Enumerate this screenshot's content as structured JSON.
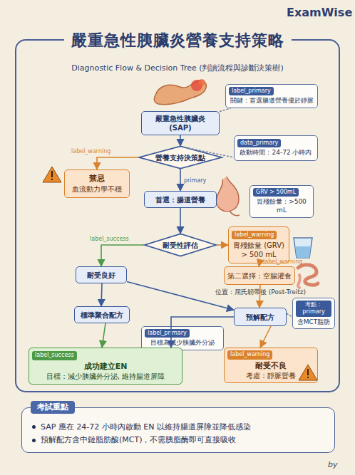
{
  "diagram": {
    "title": "嚴重急性胰臟炎營養支持策略",
    "nodes": [
      {
        "text": [
          "嚴重急性胰臟炎 (SAP)"
        ]
      },
      {
        "text": [
          "label_primary",
          "關鍵：首選腸道營養優於靜脈"
        ]
      },
      {
        "text": [
          "營養支持決策點"
        ]
      },
      {
        "text": [
          "data_primary",
          "啟動時間：24-72 小時內"
        ]
      },
      {
        "text": [
          "禁忌",
          "血流動力學不穩"
        ]
      },
      {
        "text": [
          "首選：腸道營養"
        ]
      },
      {
        "text": [
          "GRV > 500mL",
          "胃殘餘量：>500 mL"
        ]
      },
      {
        "text": [
          "耐受性評估"
        ]
      },
      {
        "text": [
          "label_warning",
          "胃殘餘量 (GRV) > 500 mL"
        ]
      },
      {
        "text": [
          "耐受良好"
        ]
      },
      {
        "text": [
          "第二選擇：空腸灌食"
        ]
      },
      {
        "text": [
          "標準聚合配方"
        ]
      },
      {
        "text": [
          "考點：primary",
          "含MCT脂肪"
        ]
      },
      {
        "text": [
          "預解配方"
        ]
      },
      {
        "text": [
          "label_primary",
          "目標為減少胰臟外分泌"
        ]
      },
      {
        "text": [
          "label_success",
          "成功建立EN",
          "目標：減少胰臟外分泌, 維持腸道屏障"
        ]
      },
      {
        "text": [
          "label_warning",
          "耐受不良",
          "考慮：靜脈營養"
        ]
      },
      {
        "text": [
          "考試重點",
          "SAP 應在 24-72 小時內啟動 EN 以維持腸道屏障並降低感染",
          "預解配方含中鏈脂肪酸(MCT)，不需胰脂酶即可直接吸收"
        ]
      }
    ],
    "edges": [
      {
        "from": 0,
        "to": 2,
        "arrow": "to"
      },
      {
        "from": 2,
        "to": 3,
        "arrow": "none"
      },
      {
        "from": 2,
        "to": 4,
        "arrow": "to",
        "label": "label_warning"
      },
      {
        "from": 2,
        "to": 5,
        "arrow": "to",
        "label": "primary"
      },
      {
        "from": 5,
        "to": 7,
        "arrow": "to"
      },
      {
        "from": 7,
        "to": 9,
        "arrow": "to",
        "label": "label_success"
      },
      {
        "from": 7,
        "to": 8,
        "arrow": "to"
      },
      {
        "from": 8,
        "to": 10,
        "arrow": "to",
        "label": "label_warning"
      },
      {
        "from": 9,
        "to": 11,
        "arrow": "to"
      },
      {
        "from": 9,
        "to": 13,
        "arrow": "to"
      },
      {
        "from": 10,
        "to": 13,
        "arrow": "to"
      },
      {
        "from": 11,
        "to": 15,
        "arrow": "to"
      },
      {
        "from": 13,
        "to": 15,
        "arrow": "to"
      },
      {
        "from": 13,
        "to": 16,
        "arrow": "to"
      },
      {
        "from": 13,
        "to": 12,
        "arrow": "none"
      },
      {
        "from": 0,
        "to": 1,
        "arrow": "none"
      }
    ],
    "labels": [
      "ExamWise",
      "Diagnostic Flow & Decision Tree (判讀流程與診斷決策樹)",
      "位置：屈氏韌帶後 (Post-Treitz)",
      "by"
    ]
  }
}
